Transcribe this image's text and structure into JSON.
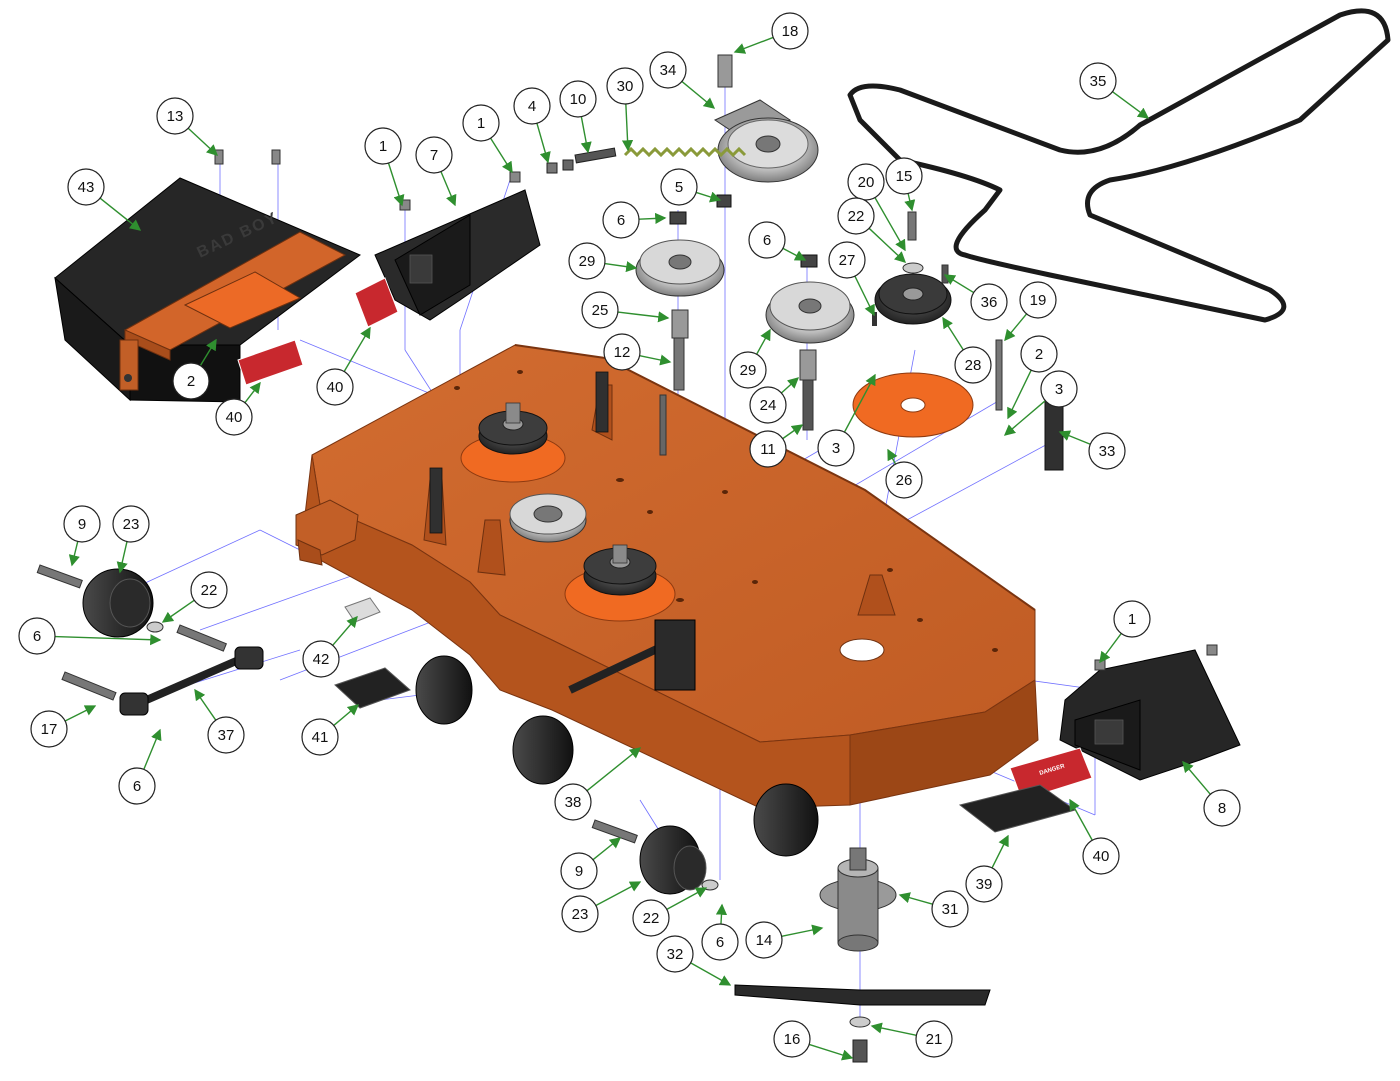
{
  "colors": {
    "deck": "#c4622a",
    "deck_dark": "#8e4019",
    "deck_light": "#d97a3e",
    "hub_orange": "#f06a22",
    "black_part": "#262626",
    "gray_part": "#8a8a8a",
    "leader": "#2f8f2f",
    "hidden_line": "#7070ff",
    "decal_red": "#c8282e"
  },
  "callouts": [
    {
      "id": "c18",
      "label": "18"
    },
    {
      "id": "c34",
      "label": "34"
    },
    {
      "id": "c35",
      "label": "35"
    },
    {
      "id": "c30",
      "label": "30"
    },
    {
      "id": "c10",
      "label": "10"
    },
    {
      "id": "c4",
      "label": "4"
    },
    {
      "id": "c1a",
      "label": "1"
    },
    {
      "id": "c1b",
      "label": "1"
    },
    {
      "id": "c7",
      "label": "7"
    },
    {
      "id": "c13",
      "label": "13"
    },
    {
      "id": "c43",
      "label": "43"
    },
    {
      "id": "c5",
      "label": "5"
    },
    {
      "id": "c6a",
      "label": "6"
    },
    {
      "id": "c6b",
      "label": "6"
    },
    {
      "id": "c20",
      "label": "20"
    },
    {
      "id": "c15",
      "label": "15"
    },
    {
      "id": "c22a",
      "label": "22"
    },
    {
      "id": "c27",
      "label": "27"
    },
    {
      "id": "c36",
      "label": "36"
    },
    {
      "id": "c29a",
      "label": "29"
    },
    {
      "id": "c25",
      "label": "25"
    },
    {
      "id": "c29b",
      "label": "29"
    },
    {
      "id": "c28",
      "label": "28"
    },
    {
      "id": "c19",
      "label": "19"
    },
    {
      "id": "c2a",
      "label": "2"
    },
    {
      "id": "c12",
      "label": "12"
    },
    {
      "id": "c24",
      "label": "24"
    },
    {
      "id": "c3a",
      "label": "3"
    },
    {
      "id": "c3b",
      "label": "3"
    },
    {
      "id": "c33",
      "label": "33"
    },
    {
      "id": "c11",
      "label": "11"
    },
    {
      "id": "c3c",
      "label": "3"
    },
    {
      "id": "c26",
      "label": "26"
    },
    {
      "id": "c2b",
      "label": "2"
    },
    {
      "id": "c40a",
      "label": "40"
    },
    {
      "id": "c40b",
      "label": "40"
    },
    {
      "id": "c9a",
      "label": "9"
    },
    {
      "id": "c23a",
      "label": "23"
    },
    {
      "id": "c22b",
      "label": "22"
    },
    {
      "id": "c6c",
      "label": "6"
    },
    {
      "id": "c42",
      "label": "42"
    },
    {
      "id": "c17",
      "label": "17"
    },
    {
      "id": "c37",
      "label": "37"
    },
    {
      "id": "c41",
      "label": "41"
    },
    {
      "id": "c6d",
      "label": "6"
    },
    {
      "id": "c1c",
      "label": "1"
    },
    {
      "id": "c8",
      "label": "8"
    },
    {
      "id": "c38",
      "label": "38"
    },
    {
      "id": "c40c",
      "label": "40"
    },
    {
      "id": "c39",
      "label": "39"
    },
    {
      "id": "c31",
      "label": "31"
    },
    {
      "id": "c9b",
      "label": "9"
    },
    {
      "id": "c23b",
      "label": "23"
    },
    {
      "id": "c22c",
      "label": "22"
    },
    {
      "id": "c6e",
      "label": "6"
    },
    {
      "id": "c14",
      "label": "14"
    },
    {
      "id": "c32",
      "label": "32"
    },
    {
      "id": "c21",
      "label": "21"
    },
    {
      "id": "c16",
      "label": "16"
    }
  ],
  "decals": {
    "danger_label": "DANGER",
    "logo_text": "BAD BOY"
  }
}
